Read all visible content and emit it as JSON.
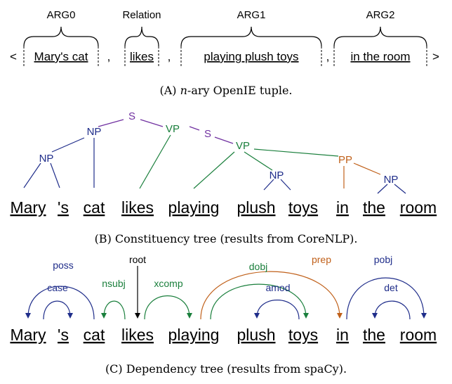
{
  "colors": {
    "black": "#000000",
    "s_purple": "#7030a0",
    "vp_green": "#1a7f3c",
    "np_blue": "#1f2d8a",
    "pp_orange": "#c0601a"
  },
  "panel_a": {
    "roles": [
      "ARG0",
      "Relation",
      "ARG1",
      "ARG2"
    ],
    "open_bracket": "<",
    "close_bracket": ">",
    "separator": ",",
    "args": [
      "Mary's cat",
      "likes",
      "playing plush toys",
      "in the room"
    ],
    "caption_prefix": "(A)",
    "caption_math": "n",
    "caption_rest": "-ary OpenIE tuple."
  },
  "panel_b": {
    "tokens": [
      "Mary",
      "'s",
      "cat",
      "likes",
      "playing",
      "plush",
      "toys",
      "in",
      "the",
      "room"
    ],
    "nodes": {
      "s1": "S",
      "s2": "S",
      "vp1": "VP",
      "vp2": "VP",
      "np_mary": "NP",
      "np_cat": "NP",
      "np_toys": "NP",
      "np_room": "NP",
      "pp": "PP"
    },
    "caption": "(B) Constituency tree (results from CoreNLP)."
  },
  "panel_c": {
    "tokens": [
      "Mary",
      "'s",
      "cat",
      "likes",
      "playing",
      "plush",
      "toys",
      "in",
      "the",
      "room"
    ],
    "arcs": {
      "poss": "poss",
      "case": "case",
      "nsubj": "nsubj",
      "xcomp": "xcomp",
      "root": "root",
      "dobj": "dobj",
      "amod": "amod",
      "prep": "prep",
      "pobj": "pobj",
      "det": "det"
    },
    "caption": "(C) Dependency tree (results from spaCy)."
  }
}
